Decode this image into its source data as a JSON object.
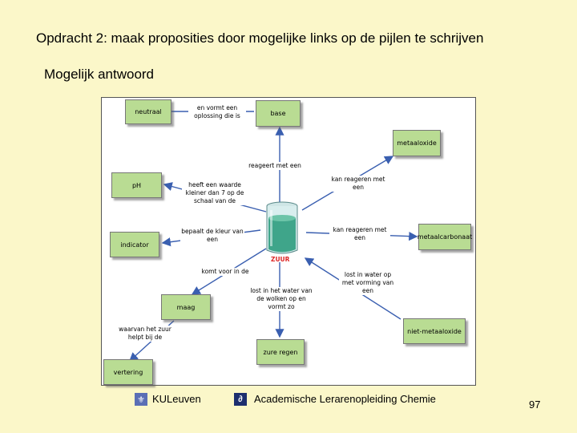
{
  "slide": {
    "title": "Opdracht 2: maak proposities door mogelijke links op de pijlen te schrijven",
    "subtitle": "Mogelijk antwoord",
    "page_number": "97"
  },
  "diagram": {
    "nodes": {
      "neutraal": "neutraal",
      "base": "base",
      "metaaloxide": "metaaloxide",
      "ph": "pH",
      "indicator": "indicator",
      "metaalcarbonaat": "metaalcarbonaat",
      "maag": "maag",
      "niet_metaaloxide": "niet-metaaloxide",
      "zure_regen": "zure regen",
      "vertering": "vertering"
    },
    "center": "ZUUR",
    "links": {
      "vormt_oplossing": "en vormt een oplossing die is",
      "reageert_met": "reageert met een",
      "kan_reageren_1": "kan reageren met een",
      "waarde_ph": "heeft een waarde kleiner dan 7 op de schaal van de",
      "kleur": "bepaalt de kleur van een",
      "kan_reageren_2": "kan reageren met een",
      "komt_voor": "komt voor in de",
      "lost_water_vormt": "lost in water op met vorming van een",
      "lost_wolken": "lost in het water van de wolken op en vormt zo",
      "helpt_vertering": "waarvan het zuur helpt bij de"
    }
  },
  "footer": {
    "org": "KULeuven",
    "program": "Academische Lerarenopleiding Chemie"
  },
  "colors": {
    "background": "#fbf7c9",
    "node_fill": "#b9dc93",
    "arrow": "#3a5fb0",
    "center_label": "#dd2222"
  }
}
